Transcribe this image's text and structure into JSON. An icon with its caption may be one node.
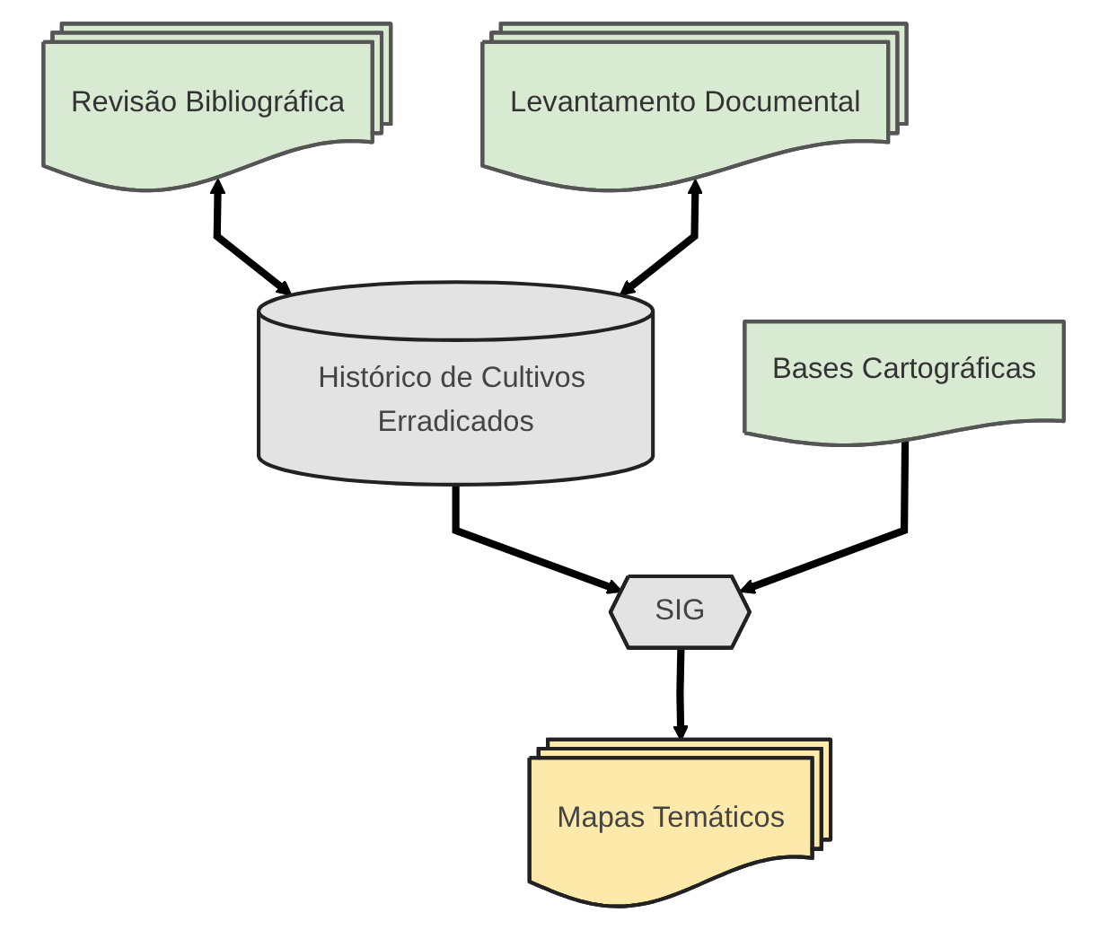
{
  "diagram": {
    "nodes": [
      {
        "text": [
          "Revisão Bibliográfica"
        ]
      },
      {
        "text": [
          "Levantamento Documental"
        ]
      },
      {
        "text": [
          "Histórico de Cultivos Erradicados"
        ]
      },
      {
        "text": [
          "SIG"
        ]
      },
      {
        "text": [
          "Bases Cartográficas"
        ]
      },
      {
        "text": [
          "Mapas Temáticos"
        ]
      }
    ],
    "edges": [
      {
        "from": 0,
        "to": 2,
        "arrow": "both"
      },
      {
        "from": 1,
        "to": 2,
        "arrow": "both"
      },
      {
        "from": 2,
        "to": 3,
        "arrow": "to"
      },
      {
        "from": 4,
        "to": 3,
        "arrow": "to"
      },
      {
        "from": 3,
        "to": 5,
        "arrow": "to"
      }
    ]
  }
}
